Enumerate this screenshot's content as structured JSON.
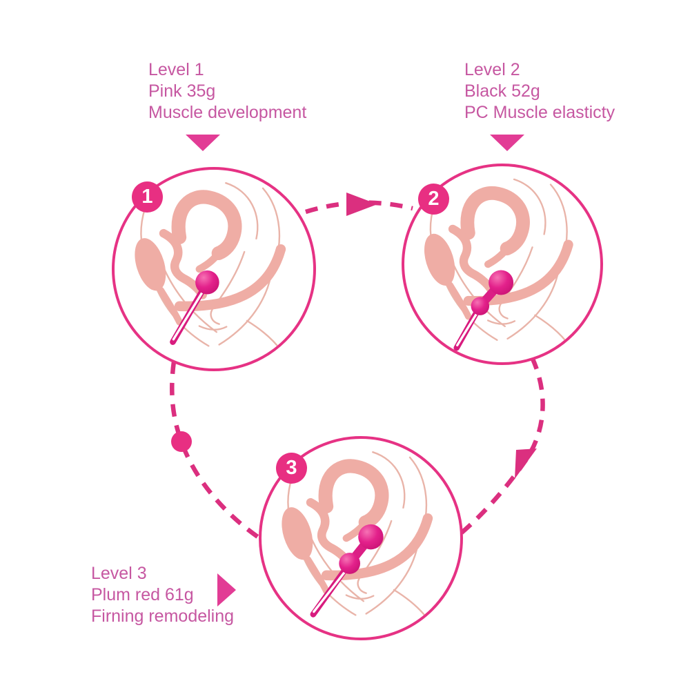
{
  "colors": {
    "accent_circle_border": "#E63284",
    "accent_badge": "#E82F82",
    "accent_dashed_flow": "#DB2F7F",
    "accent_marker_triangle": "#E23C95",
    "label_text": "#C657A1",
    "kegel_ball": "#E3218B",
    "anatomy_fill": "#EFADA5",
    "anatomy_outline": "#E9B4A9",
    "background": "#FFFFFF"
  },
  "steps": [
    {
      "number": "1",
      "title": "Level 1",
      "weight": "Pink 35g",
      "description": "Muscle development"
    },
    {
      "number": "2",
      "title": "Level 2",
      "weight": "Black 52g",
      "description": "PC Muscle elasticty"
    },
    {
      "number": "3",
      "title": "Level 3",
      "weight": "Plum red 61g",
      "description": "Firning remodeling"
    }
  ]
}
